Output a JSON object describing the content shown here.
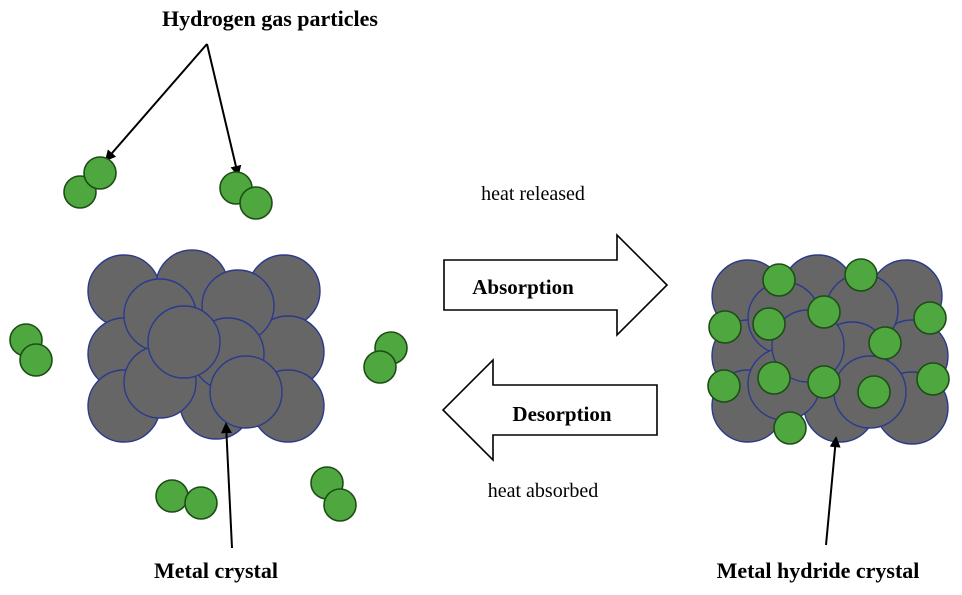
{
  "labels": {
    "hydrogen_gas": "Hydrogen gas particles",
    "metal_crystal": "Metal crystal",
    "metal_hydride_crystal": "Metal hydride crystal",
    "heat_released": "heat released",
    "heat_absorbed": "heat absorbed",
    "absorption": "Absorption",
    "desorption": "Desorption"
  },
  "colors": {
    "metal_fill": "#666666",
    "metal_stroke": "#2b3a8c",
    "hydrogen_fill": "#4ea83f",
    "hydrogen_stroke": "#1e4d17",
    "arrow_fill": "#ffffff",
    "text": "#000000"
  }
}
